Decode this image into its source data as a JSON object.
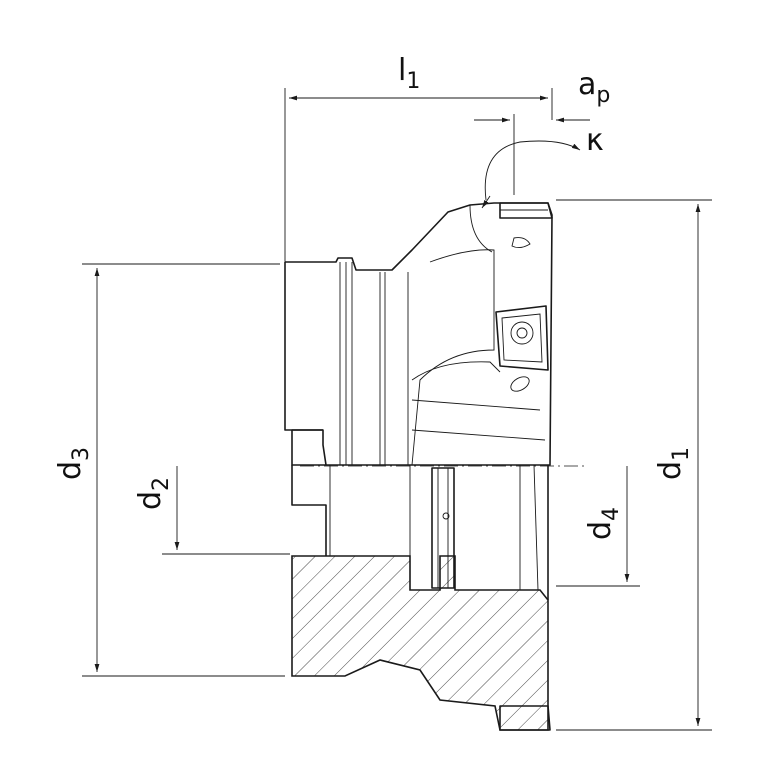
{
  "labels": {
    "l1": {
      "main": "l",
      "sub": "1"
    },
    "ap": {
      "main": "a",
      "sub": "p"
    },
    "kappa": "κ",
    "d1": {
      "main": "d",
      "sub": "1"
    },
    "d2": {
      "main": "d",
      "sub": "2"
    },
    "d3": {
      "main": "d",
      "sub": "3"
    },
    "d4": {
      "main": "d",
      "sub": "4"
    }
  },
  "colors": {
    "line": "#1a1a1a",
    "background": "#ffffff"
  }
}
